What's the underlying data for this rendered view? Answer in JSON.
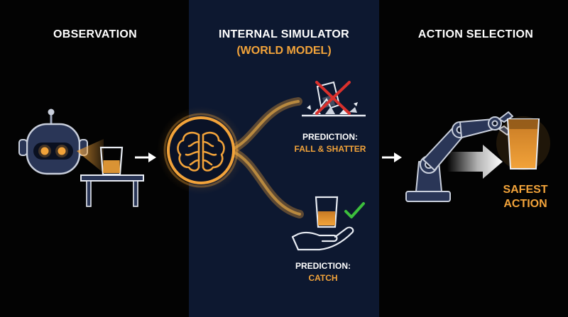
{
  "sections": {
    "observation": {
      "title": "OBSERVATION"
    },
    "simulator": {
      "title": "INTERNAL SIMULATOR",
      "subtitle": "(WORLD MODEL)"
    },
    "action": {
      "title": "ACTION SELECTION"
    }
  },
  "predictions": {
    "fall": {
      "heading": "PREDICTION:",
      "outcome": "FALL & SHATTER"
    },
    "catch": {
      "heading": "PREDICTION:",
      "outcome": "CATCH"
    }
  },
  "result": {
    "line1": "SAFEST",
    "line2": "ACTION"
  },
  "icons": [
    "robot-head-icon",
    "glass-on-table-icon",
    "brain-icon",
    "broken-glass-icon",
    "cross-icon",
    "glass-in-hand-icon",
    "checkmark-icon",
    "robot-arm-icon",
    "filled-glass-icon",
    "arrow-right-icon"
  ],
  "colors": {
    "accent": "#f2a33a",
    "check": "#3cbf3c",
    "cross": "#d9302c",
    "middle_panel": "#0d1830",
    "robot_body": "#2a3657"
  }
}
